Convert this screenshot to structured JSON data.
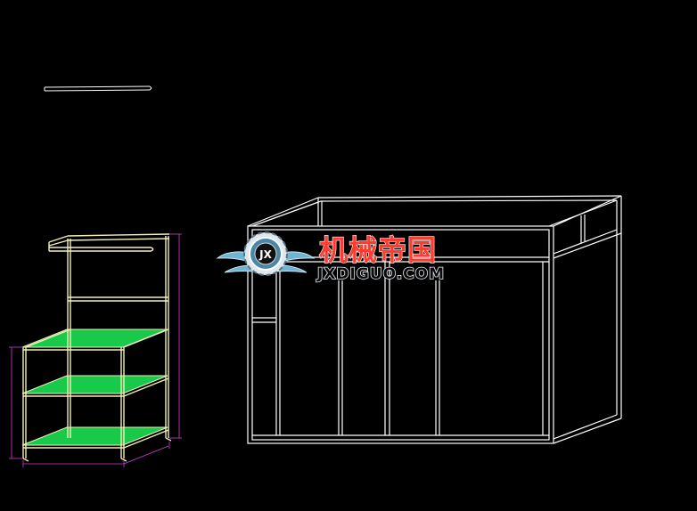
{
  "colors": {
    "background": "#000000",
    "frame_line": "#ffffff",
    "rack_frame": "#f3f0b8",
    "shelf_fill": "#19c94a",
    "dimension_line": "#d23cd2",
    "watermark_red": "#ff3b2f",
    "watermark_wing": "#6fb4d0"
  },
  "watermark": {
    "brand_cn": "机械帝国",
    "brand_en": "JXDIGUO.COM",
    "emblem_letters": "JX",
    "icon": "winged-gear-emblem"
  },
  "drawing": {
    "left_item": "shelving-rack",
    "right_item": "box-frame",
    "top_item": "short-bar"
  }
}
